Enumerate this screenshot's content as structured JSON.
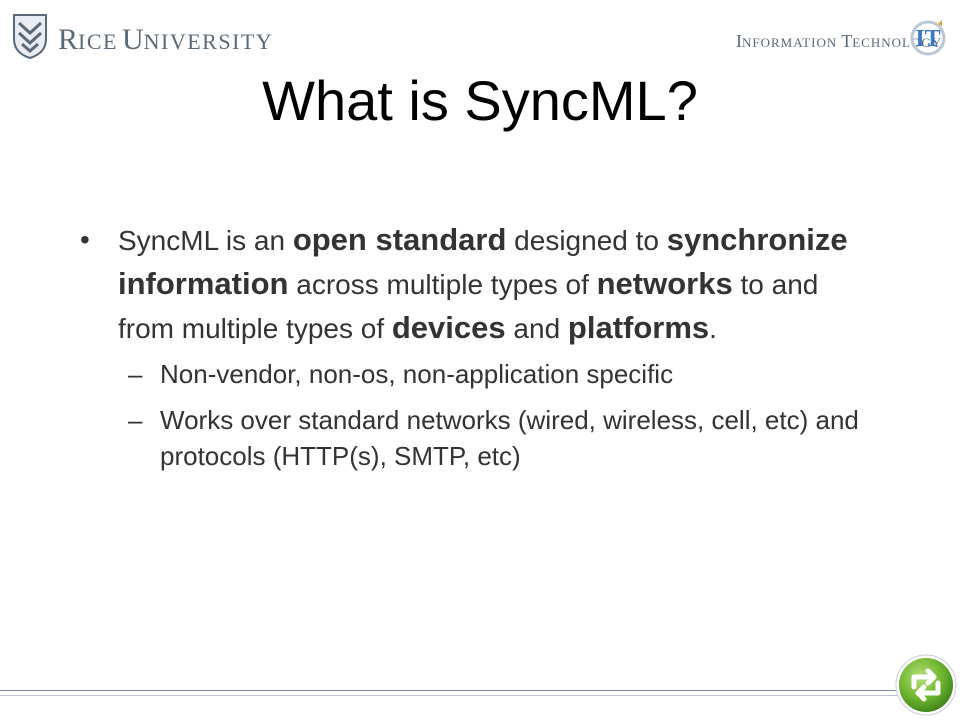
{
  "header": {
    "left_logo": {
      "name_initial_1": "R",
      "name_rest_1": "ICE",
      "name_initial_2": "U",
      "name_rest_2": "NIVERSITY"
    },
    "right_logo": {
      "name_initial_1": "I",
      "name_rest_1": "NFORMATION",
      "name_initial_2": "T",
      "name_rest_2": "ECHNOLOGY",
      "mark_text": "IT"
    }
  },
  "slide": {
    "title": "What is SyncML?",
    "bullet_marker": "•",
    "sub_marker": "–",
    "bullets": [
      {
        "segments": [
          "SyncML is an ",
          "open standard",
          " designed to ",
          "synchronize information",
          " across multiple types of ",
          "networks",
          " to and from multiple types of ",
          "devices",
          " and ",
          "platforms",
          "."
        ],
        "sub_bullets": [
          "Non-vendor, non-os, non-application specific",
          "Works over standard networks (wired, wireless, cell, etc) and protocols (HTTP(s), SMTP, etc)"
        ]
      }
    ]
  },
  "colors": {
    "logo_gray": "#5a6878",
    "body_text": "#333333",
    "sync_green": "#6ab42d",
    "it_blue": "#3b79c2"
  },
  "icons": [
    "rice-shield-icon",
    "it-logo-mark-icon",
    "sync-arrows-icon"
  ]
}
